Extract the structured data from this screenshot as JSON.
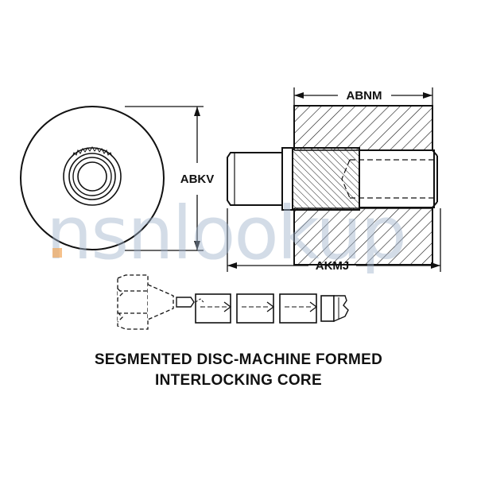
{
  "dimensions": {
    "diameter_label": "ABKV",
    "length_label": "ABNM",
    "overall_label": "AKMJ"
  },
  "watermark": "nsnlookup",
  "caption": {
    "line1": "SEGMENTED DISC-MACHINE FORMED",
    "line2": "INTERLOCKING CORE"
  },
  "colors": {
    "ink": "#111111",
    "watermark": "#9fb3cc",
    "watermark_accent": "#f2a65a"
  }
}
